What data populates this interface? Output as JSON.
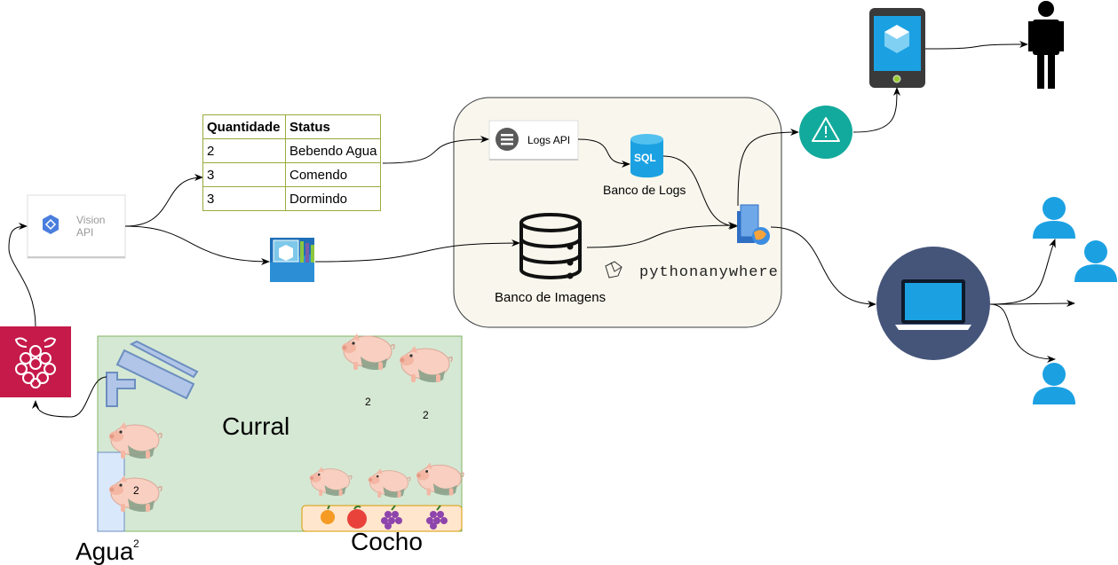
{
  "vision_api": {
    "line1": "Vision",
    "line2": "API"
  },
  "status_table": {
    "headers": [
      "Quantidade",
      "Status"
    ],
    "rows": [
      [
        "2",
        "Bebendo Agua"
      ],
      [
        "3",
        "Comendo"
      ],
      [
        "3",
        "Dormindo"
      ]
    ]
  },
  "server": {
    "logs_api_label": "Logs API",
    "sql_label": "SQL",
    "logs_db_label": "Banco de Logs",
    "images_db_label": "Banco de Imagens",
    "host_logo_text": "pythonanywhere"
  },
  "farm": {
    "corral_label": "Curral",
    "water_label": "Agua",
    "trough_label": "Cocho",
    "pig_counts": [
      "2",
      "2",
      "2",
      "2"
    ]
  },
  "colors": {
    "raspberry": "#c51a4a",
    "corral_fill": "#d5e8d4",
    "corral_border": "#82b366",
    "trough_fill": "#ffe6cc",
    "trough_border": "#d79b00",
    "server_fill": "#f9f7ed",
    "alert": "#12aa9c",
    "user": "#1ba1e2",
    "laptop_circle": "#45557a",
    "table_border": "#9aab3c"
  },
  "icons": [
    "raspberry-pi-icon",
    "camera-icon",
    "vision-api-icon",
    "storage-icon",
    "logs-api-icon",
    "sql-database-icon",
    "image-database-icon",
    "web-server-icon",
    "alert-icon",
    "tablet-icon",
    "person-icon",
    "laptop-icon",
    "user-icon",
    "pig-icon",
    "fruit-icon"
  ]
}
